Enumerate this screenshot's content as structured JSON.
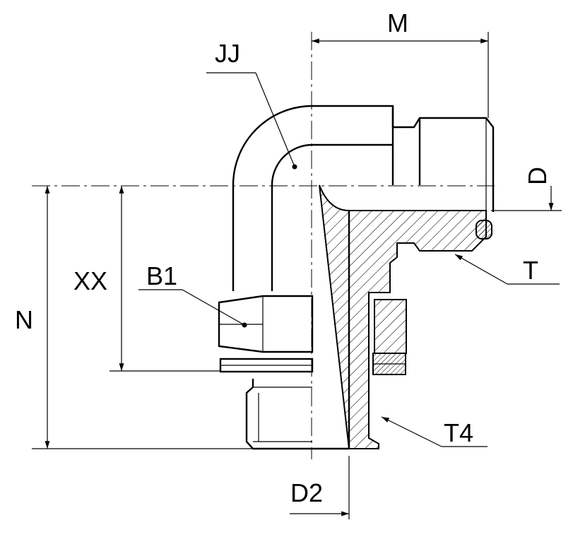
{
  "labels": {
    "M": "M",
    "JJ": "JJ",
    "D": "D",
    "XX": "XX",
    "B1": "B1",
    "N": "N",
    "T": "T",
    "T4": "T4",
    "D2": "D2"
  },
  "colors": {
    "line": "#000000",
    "background": "#ffffff"
  }
}
